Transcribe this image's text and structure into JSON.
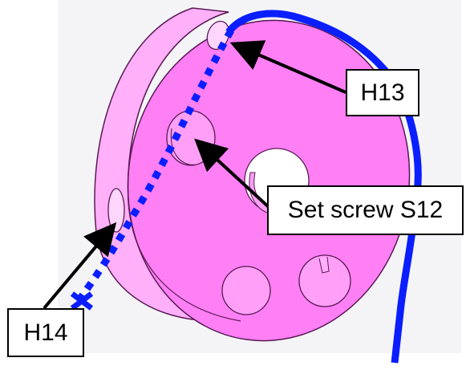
{
  "labels": {
    "h13": "H13",
    "set_screw": "Set screw S12",
    "h14": "H14"
  },
  "colors": {
    "part_face": "#ff7ff5",
    "part_rim": "#ffb0f8",
    "part_outline": "#5a1a55",
    "cable": "#0a1eff",
    "background_panel": "#f4f4f7",
    "arrow": "#000000"
  },
  "objects": {
    "part": "pink cylindrical hub with through holes",
    "cable": "blue cable path, solid on top-right and dotted across the front face, ending in a cross mark"
  }
}
